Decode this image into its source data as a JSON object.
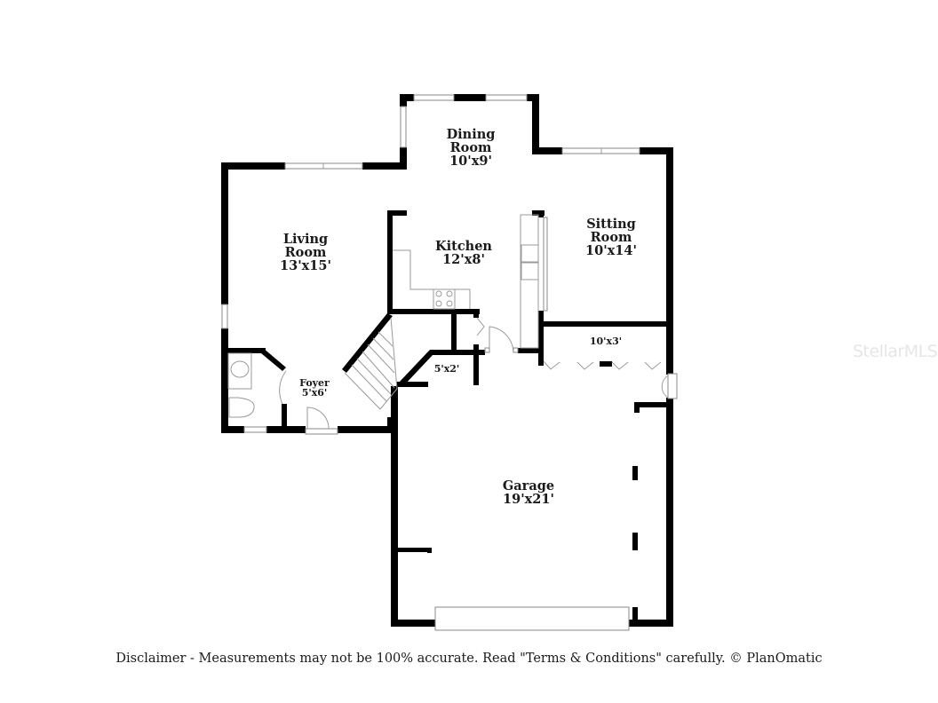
{
  "floorplan": {
    "rooms": [
      {
        "id": "dining",
        "name_line1": "Dining",
        "name_line2": "Room",
        "dimensions": "10'x9'"
      },
      {
        "id": "living",
        "name_line1": "Living",
        "name_line2": "Room",
        "dimensions": "13'x15'"
      },
      {
        "id": "kitchen",
        "name_line1": "Kitchen",
        "dimensions": "12'x8'"
      },
      {
        "id": "sitting",
        "name_line1": "Sitting",
        "name_line2": "Room",
        "dimensions": "10'x14'"
      },
      {
        "id": "foyer",
        "name_line1": "Foyer",
        "dimensions": "5'x6'"
      },
      {
        "id": "closet",
        "dimensions": "5'x2'"
      },
      {
        "id": "utility",
        "dimensions": "10'x3'"
      },
      {
        "id": "garage",
        "name_line1": "Garage",
        "dimensions": "19'x21'"
      }
    ],
    "colors": {
      "wall": "#000000",
      "fixture": "#9a9a9a",
      "background": "#ffffff",
      "watermark": "#e6e6e6"
    }
  },
  "watermark": "StellarMLS",
  "disclaimer": "Disclaimer - Measurements may not be 100% accurate. Read \"Terms & Conditions\" carefully. © PlanOmatic"
}
